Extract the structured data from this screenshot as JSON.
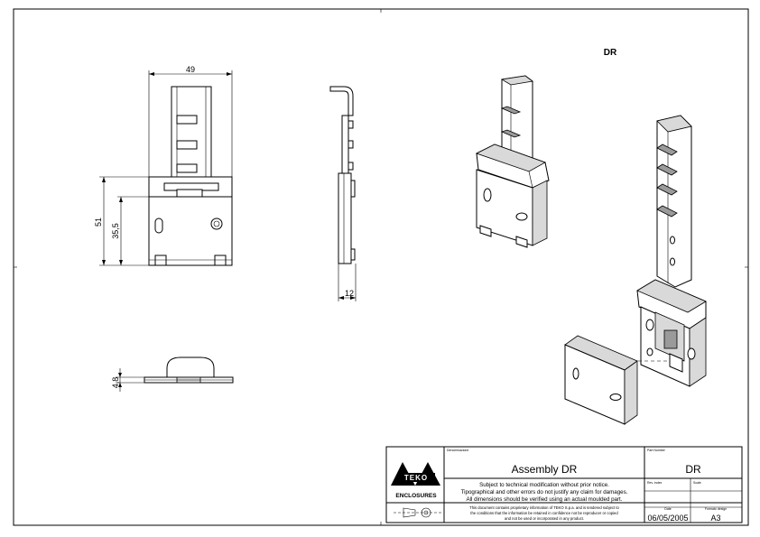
{
  "view_label": "DR",
  "dimensions": {
    "width_top": "49",
    "height_total": "51",
    "height_inner": "35,5",
    "depth_side": "12",
    "thickness": "4,8"
  },
  "title_block": {
    "brand_name": "TEKO",
    "brand_sub": "ENCLOSURES",
    "denomination_label": "Denominazione",
    "denomination": "Assembly DR",
    "part_number_label": "Part Number",
    "part_number": "DR",
    "notice_line1": "Subject to technical modification without prior notice.",
    "notice_line2": "Tipographical and other errors do not justify any claim for damages.",
    "notice_line3": "All dimensions should be verified using an actual moulded part.",
    "rev_label": "Rev. index",
    "scale_label": "Scale",
    "legal_line1": "This document contains proprietary information of TEKO S.p.a. and is tendered subject to",
    "legal_line2": "the conditions that the information be retained in confidence not be reproducer or copied",
    "legal_line3": "and not be used or incorporated in any product.",
    "date_label": "Date",
    "date": "06/05/2005",
    "format_label": "Formato design",
    "format": "A3"
  },
  "icons": {
    "logo": "teko-logo-icon",
    "projection": "projection-symbol-icon"
  }
}
